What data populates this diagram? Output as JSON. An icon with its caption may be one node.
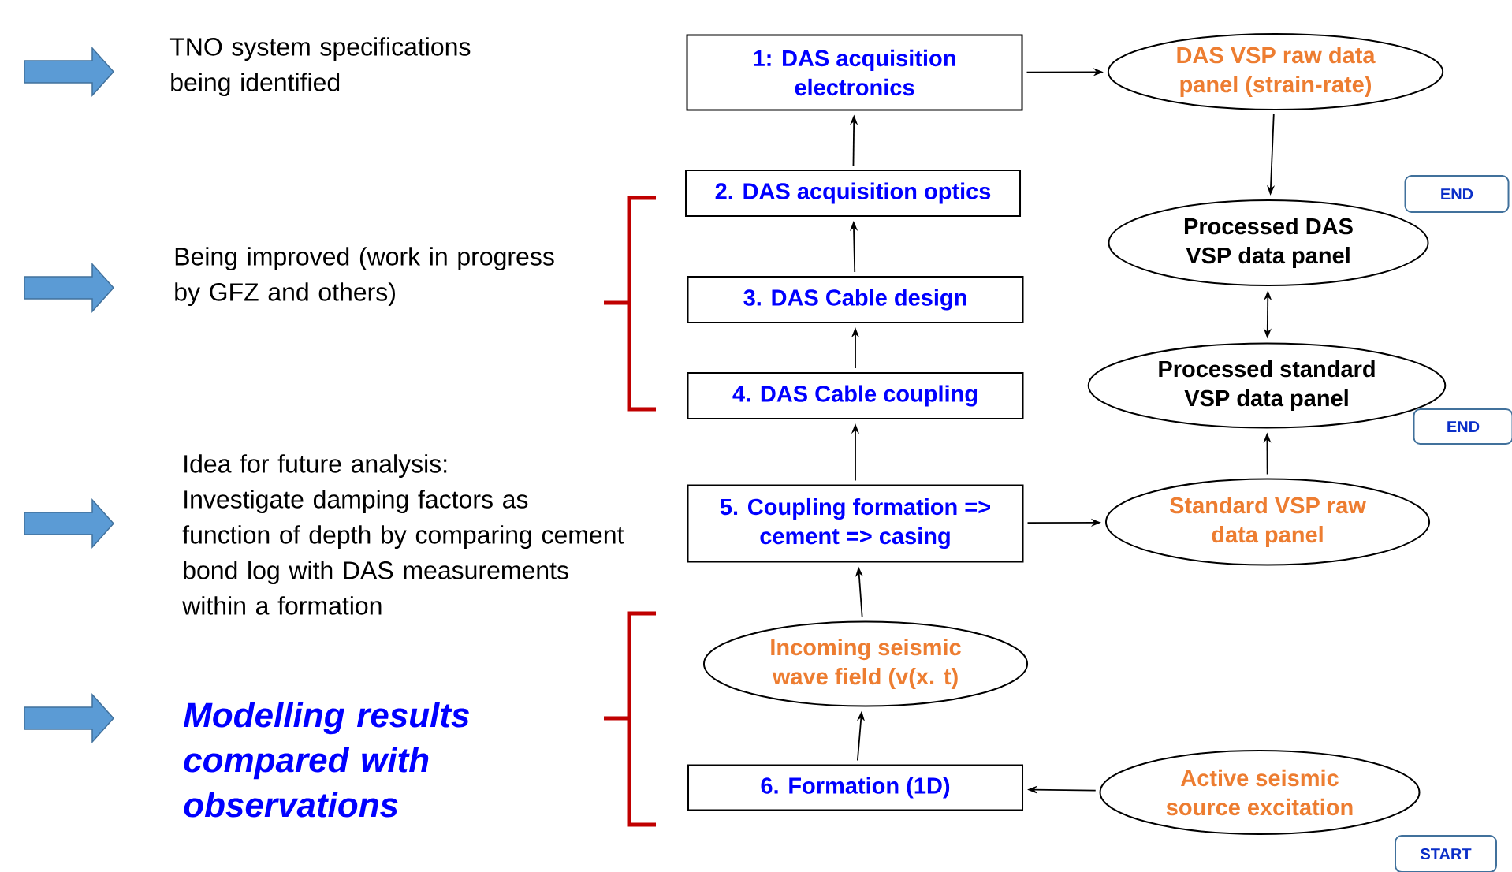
{
  "diagram": {
    "nodes": [
      {
        "text": [
          "1: DAS acquisition electronics"
        ]
      },
      {
        "text": [
          "2. DAS acquisition optics"
        ]
      },
      {
        "text": [
          "3. DAS Cable design"
        ]
      },
      {
        "text": [
          "4. DAS Cable coupling"
        ]
      },
      {
        "text": [
          "5. Coupling formation => cement => casing"
        ]
      },
      {
        "text": [
          "Incoming seismic wave field (v(x. t)"
        ]
      },
      {
        "text": [
          "6. Formation (1D)"
        ]
      },
      {
        "text": [
          "DAS VSP raw data panel (strain-rate)"
        ]
      },
      {
        "text": [
          "Processed DAS VSP data panel"
        ]
      },
      {
        "text": [
          "Processed standard VSP data panel"
        ]
      },
      {
        "text": [
          "Standard VSP raw data panel"
        ]
      },
      {
        "text": [
          "Active seismic source excitation"
        ]
      },
      {
        "text": [
          "END"
        ]
      },
      {
        "text": [
          "END"
        ]
      },
      {
        "text": [
          "START"
        ]
      }
    ],
    "edges": [
      {
        "from": 1,
        "to": 0,
        "arrow": "to"
      },
      {
        "from": 2,
        "to": 1,
        "arrow": "to"
      },
      {
        "from": 3,
        "to": 2,
        "arrow": "to"
      },
      {
        "from": 4,
        "to": 3,
        "arrow": "to"
      },
      {
        "from": 5,
        "to": 4,
        "arrow": "to"
      },
      {
        "from": 6,
        "to": 5,
        "arrow": "to"
      },
      {
        "from": 11,
        "to": 6,
        "arrow": "to"
      },
      {
        "from": 0,
        "to": 7,
        "arrow": "to"
      },
      {
        "from": 7,
        "to": 8,
        "arrow": "to"
      },
      {
        "from": 8,
        "to": 9,
        "arrow": "both"
      },
      {
        "from": 10,
        "to": 9,
        "arrow": "to"
      },
      {
        "from": 4,
        "to": 10,
        "arrow": "to"
      }
    ],
    "labels": [
      "TNO system specifications being identified",
      "Being improved (work in progress by GFZ and others)",
      "Idea for future analysis:",
      "Investigate damping factors as function of depth by comparing cement bond log with DAS measurements within a formation",
      "Modelling results compared with observations"
    ]
  }
}
